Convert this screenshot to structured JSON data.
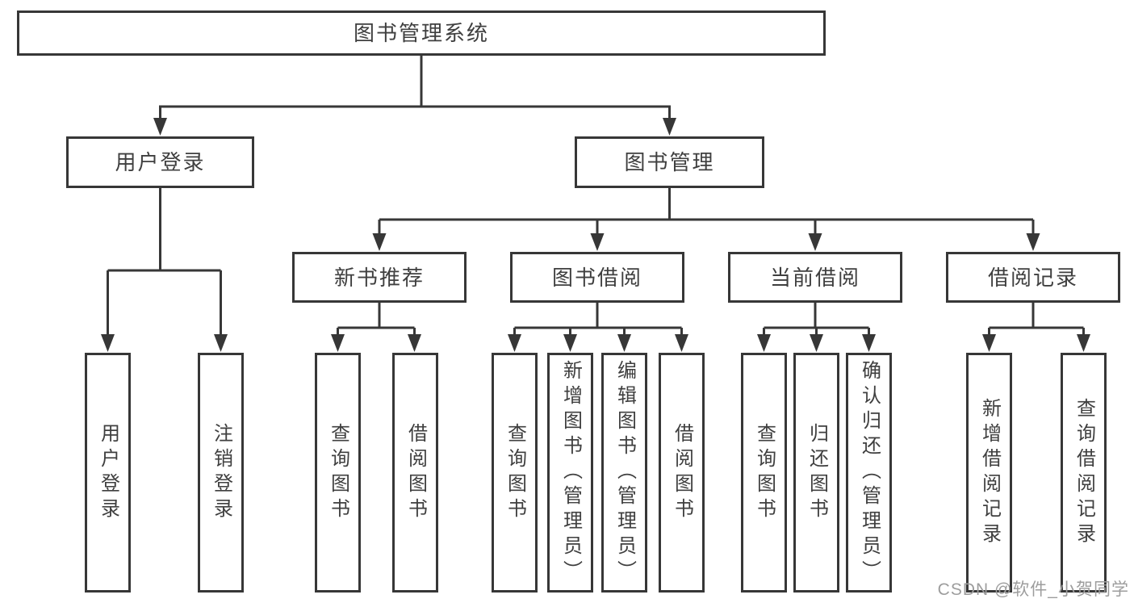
{
  "diagram": {
    "type": "hierarchy",
    "root": "图书管理系统",
    "level2": [
      "用户登录",
      "图书管理"
    ],
    "level3": [
      "新书推荐",
      "图书借阅",
      "当前借阅",
      "借阅记录"
    ],
    "leaves": {
      "user_login": [
        "用户登录",
        "注销登录"
      ],
      "new_book_recommend": [
        "查询图书",
        "借阅图书"
      ],
      "book_borrow": [
        "查询图书",
        "新增图书（管理员）",
        "编辑图书（管理员）",
        "借阅图书"
      ],
      "current_borrow": [
        "查询图书",
        "归还图书",
        "确认归还（管理员）"
      ],
      "borrow_records": [
        "新增借阅记录",
        "查询借阅记录"
      ]
    }
  },
  "watermark": "CSDN @软件_小贺同学",
  "colors": {
    "line": "#373737",
    "text": "#3f3f3f",
    "background": "#ffffff",
    "watermark": "#9d9d9d"
  }
}
